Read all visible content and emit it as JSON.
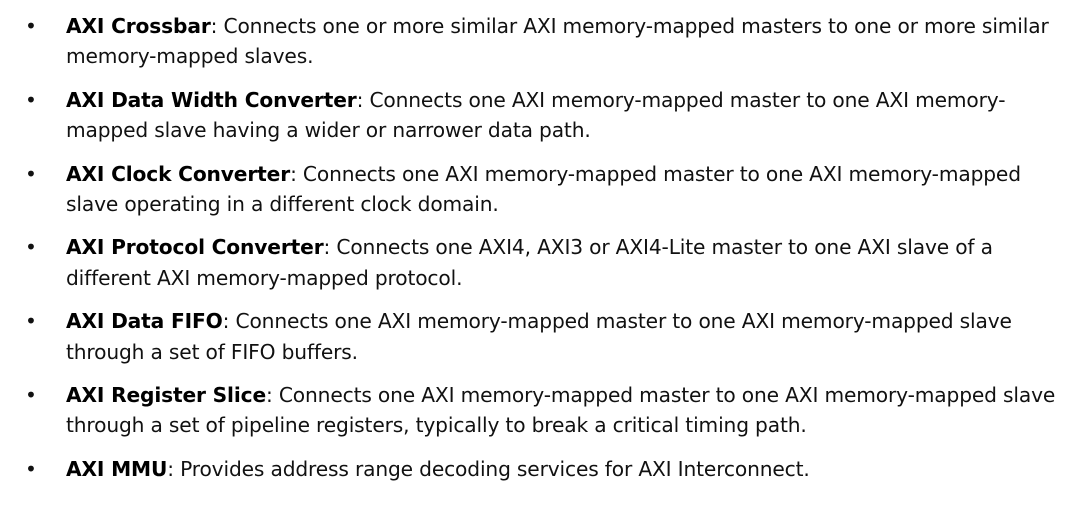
{
  "document": {
    "background_color": "#ffffff",
    "text_color": "#111111",
    "bullet_glyph": "•",
    "separator": ":",
    "items": [
      {
        "term": "AXI Crossbar",
        "separator": ":",
        "description": " Connects one or more similar AXI memory-mapped masters to one or more similar memory-mapped slaves."
      },
      {
        "term": "AXI Data Width Converter",
        "separator": ":",
        "description": " Connects one AXI memory-mapped master to one AXI memory-mapped slave having a wider or narrower data path."
      },
      {
        "term": "AXI Clock Converter",
        "separator": ":",
        "description": " Connects one AXI memory-mapped master to one AXI memory-mapped slave operating in a different clock domain."
      },
      {
        "term": "AXI Protocol Converter",
        "separator": ":",
        "description": " Connects one AXI4, AXI3 or AXI4-Lite master to one AXI slave of a different AXI memory-mapped protocol."
      },
      {
        "term": "AXI Data FIFO",
        "separator": ":",
        "description": " Connects one AXI memory-mapped master to one AXI memory-mapped slave through a set of FIFO buffers."
      },
      {
        "term": "AXI Register Slice",
        "separator": ":",
        "description": " Connects one AXI memory-mapped master to one AXI memory-mapped slave through a set of pipeline registers, typically to break a critical timing path."
      },
      {
        "term": "AXI MMU",
        "separator": ":",
        "description": " Provides address range decoding services for AXI Interconnect."
      }
    ]
  }
}
